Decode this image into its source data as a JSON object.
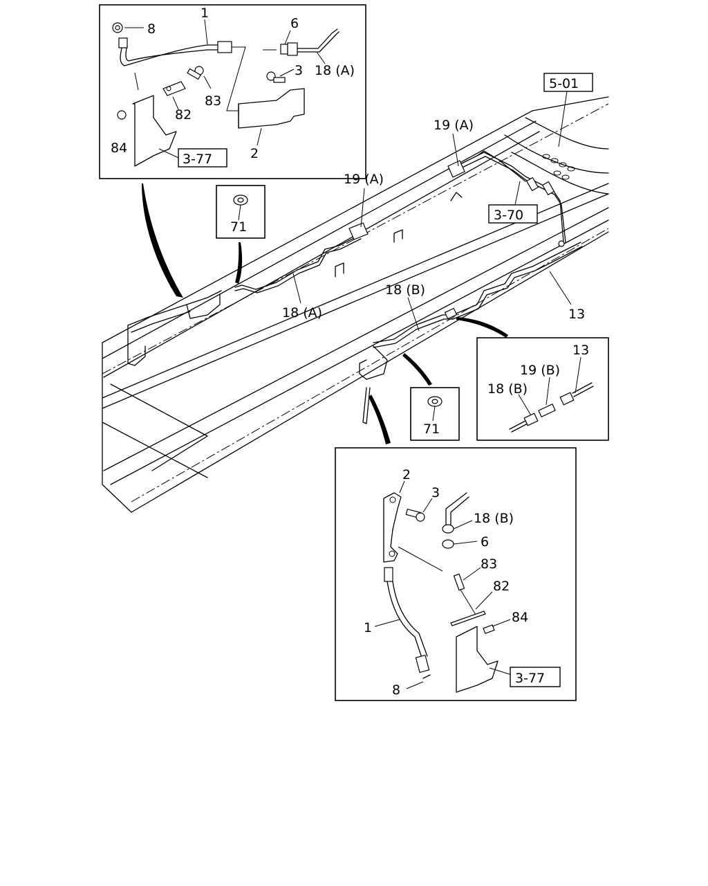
{
  "labels": {
    "tl_8": "8",
    "tl_1": "1",
    "tl_6": "6",
    "tl_18a": "18 (A)",
    "tl_3": "3",
    "tl_83": "83",
    "tl_82": "82",
    "tl_84": "84",
    "tl_2": "2",
    "tl_ref377": "3-77",
    "ref_501": "5-01",
    "mid_19a_r": "19 (A)",
    "mid_19a_l": "19 (A)",
    "ref_370": "3-70",
    "grom_top_71": "71",
    "mid_18a": "18 (A)",
    "mid_18b": "18 (B)",
    "mid_13": "13",
    "cr_13": "13",
    "cr_19b": "19 (B)",
    "cr_18b": "18 (B)",
    "grom_bot_71": "71",
    "bt_2": "2",
    "bt_3": "3",
    "bt_18b": "18 (B)",
    "bt_6": "6",
    "bt_83": "83",
    "bt_82": "82",
    "bt_84": "84",
    "bt_1": "1",
    "bt_8": "8",
    "bt_ref377": "3-77"
  }
}
